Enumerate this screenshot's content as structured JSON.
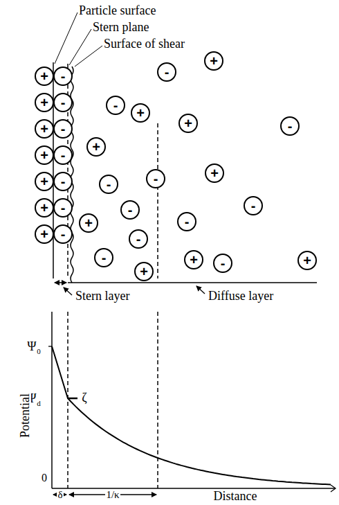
{
  "diagram": {
    "nodes": [
      {
        "text": [
          "+"
        ]
      },
      {
        "text": [
          "+"
        ]
      },
      {
        "text": [
          "+"
        ]
      },
      {
        "text": [
          "+"
        ]
      },
      {
        "text": [
          "+"
        ]
      },
      {
        "text": [
          "+"
        ]
      },
      {
        "text": [
          "+"
        ]
      },
      {
        "text": [
          "-"
        ]
      },
      {
        "text": [
          "-"
        ]
      },
      {
        "text": [
          "-"
        ]
      },
      {
        "text": [
          "-"
        ]
      },
      {
        "text": [
          "-"
        ]
      },
      {
        "text": [
          "-"
        ]
      },
      {
        "text": [
          "-"
        ]
      },
      {
        "text": [
          "+"
        ]
      },
      {
        "text": [
          "-"
        ]
      },
      {
        "text": [
          "-"
        ]
      },
      {
        "text": [
          "+"
        ]
      },
      {
        "text": [
          "+"
        ]
      },
      {
        "text": [
          "-"
        ]
      },
      {
        "text": [
          "+"
        ]
      },
      {
        "text": [
          "+"
        ]
      },
      {
        "text": [
          "-"
        ]
      },
      {
        "text": [
          "-"
        ]
      },
      {
        "text": [
          "-"
        ]
      },
      {
        "text": [
          "-"
        ]
      },
      {
        "text": [
          "+"
        ]
      },
      {
        "text": [
          "-"
        ]
      },
      {
        "text": [
          "-"
        ]
      },
      {
        "text": [
          "-"
        ]
      },
      {
        "text": [
          "+"
        ]
      },
      {
        "text": [
          "+"
        ]
      },
      {
        "text": [
          "-"
        ]
      },
      {
        "text": [
          "+"
        ]
      }
    ],
    "labels": [
      "Particle surface",
      "Stern plane",
      "Surface of shear",
      "Stern layer",
      "Diffuse layer",
      "Ψ",
      "0",
      "Ψ",
      "d",
      "ζ",
      "Potential",
      "0",
      "δ",
      "1/κ",
      "Distance"
    ]
  }
}
